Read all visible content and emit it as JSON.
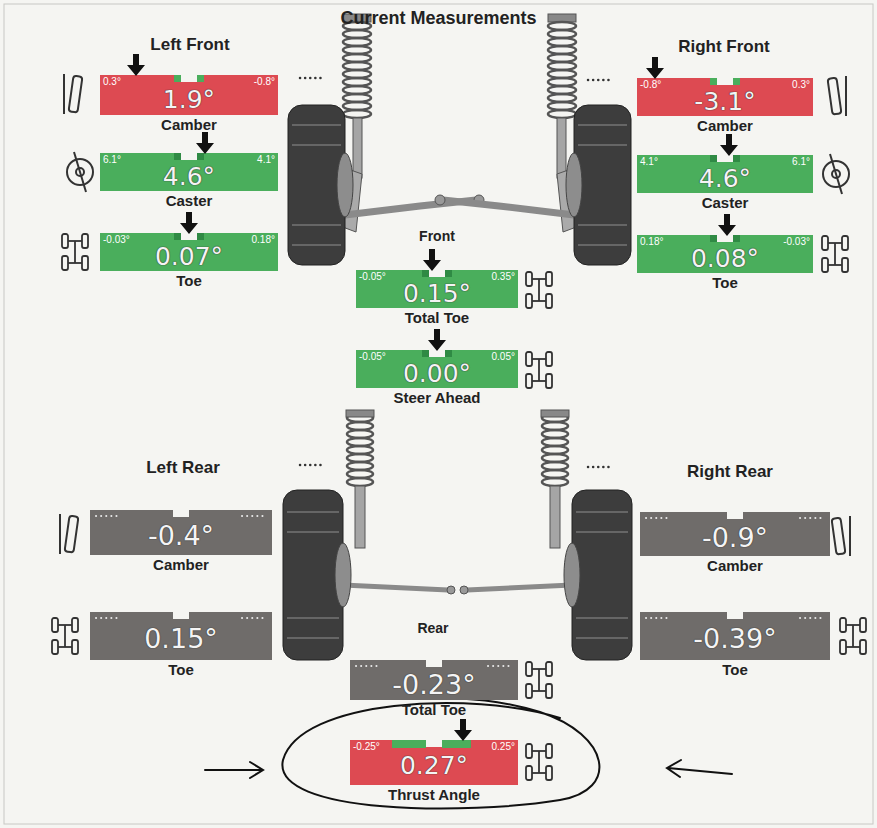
{
  "diagram": {
    "title": "Current Measurements",
    "nodes": [
      {
        "text": [
          "1.9°",
          "0.3°",
          "-0.8°",
          "Camber"
        ]
      },
      {
        "text": [
          "-3.1°",
          "-0.8°",
          "0.3°",
          "Camber"
        ]
      },
      {
        "text": [
          "4.6°",
          "6.1°",
          "4.1°",
          "Caster"
        ]
      },
      {
        "text": [
          "4.6°",
          "4.1°",
          "6.1°",
          "Caster"
        ]
      },
      {
        "text": [
          "0.07°",
          "-0.03°",
          "0.18°",
          "Toe"
        ]
      },
      {
        "text": [
          "0.08°",
          "0.18°",
          "-0.03°",
          "Toe"
        ]
      },
      {
        "text": [
          "0.15°",
          "-0.05°",
          "0.35°",
          "Total Toe"
        ]
      },
      {
        "text": [
          "0.00°",
          "-0.05°",
          "0.05°",
          "Steer Ahead"
        ]
      },
      {
        "text": [
          "-0.4°",
          "Camber"
        ]
      },
      {
        "text": [
          "-0.9°",
          "Camber"
        ]
      },
      {
        "text": [
          "0.15°",
          "Toe"
        ]
      },
      {
        "text": [
          "-0.39°",
          "Toe"
        ]
      },
      {
        "text": [
          "-0.23°",
          "Total Toe"
        ]
      },
      {
        "text": [
          "0.27°",
          "-0.25°",
          "0.25°",
          "Thrust Angle"
        ]
      }
    ],
    "labels": [
      "Left Front",
      "Right Front",
      "Front",
      "Left Rear",
      "Right Rear",
      "Rear"
    ]
  }
}
